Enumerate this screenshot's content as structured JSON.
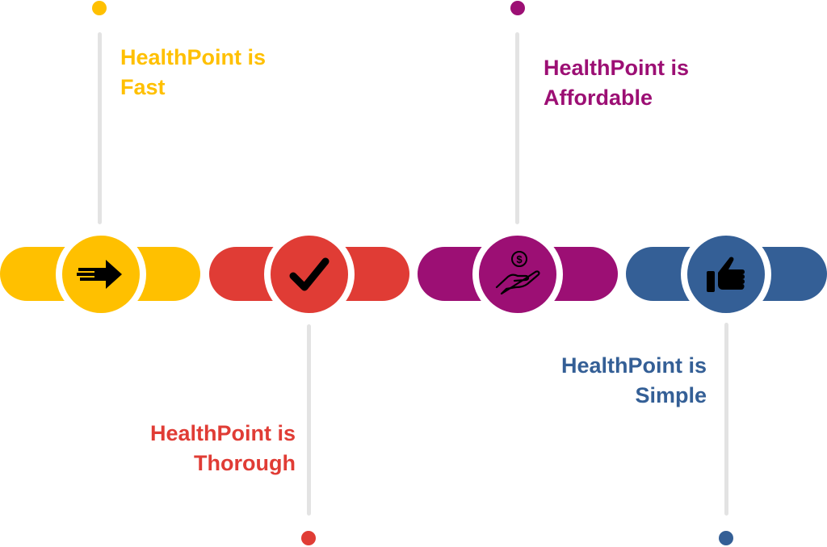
{
  "title": "HealthPoint benefits timeline",
  "steps": [
    {
      "id": "fast",
      "line1": "HealthPoint is",
      "line2": "Fast",
      "color": "#FFC000",
      "icon": "fast-arrow-icon",
      "label_position": "top"
    },
    {
      "id": "thorough",
      "line1": "HealthPoint is",
      "line2": "Thorough",
      "color": "#E03C35",
      "icon": "checkmark-icon",
      "label_position": "bottom"
    },
    {
      "id": "affordable",
      "line1": "HealthPoint is",
      "line2": "Affordable",
      "color": "#9C0F74",
      "icon": "hand-dollar-coin-icon",
      "label_position": "top"
    },
    {
      "id": "simple",
      "line1": "HealthPoint is",
      "line2": "Simple",
      "color": "#345F96",
      "icon": "thumbs-up-icon",
      "label_position": "bottom"
    }
  ],
  "connector_color": "#E3E3E3"
}
